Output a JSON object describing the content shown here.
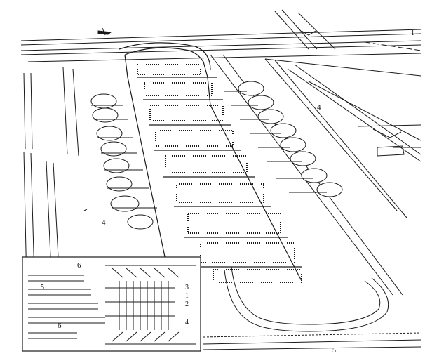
{
  "figure": {
    "callouts": {
      "main_top_right": "1",
      "main_right": "4",
      "main_left": "4",
      "main_bottom": "5",
      "inset_top": "6",
      "inset_bottom": "6",
      "inset_right_a": "3",
      "inset_right_b": "1",
      "inset_right_c": "2",
      "inset_right_d": "4",
      "inset_left": "5"
    },
    "colors": {
      "ink": "#1a1a1a",
      "paper": "#ffffff"
    }
  }
}
